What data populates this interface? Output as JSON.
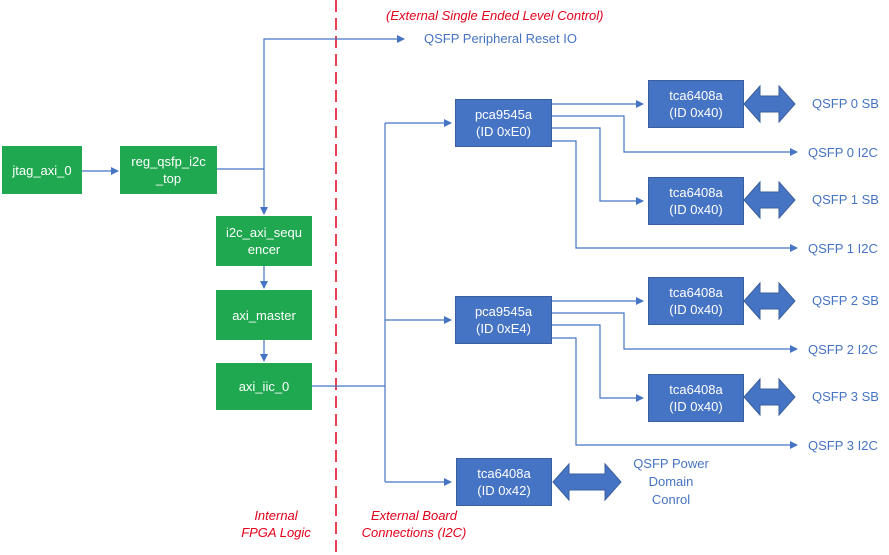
{
  "notes": {
    "external_level": "(External Single Ended Level Control)",
    "internal_line1": "Internal",
    "internal_line2": "FPGA Logic",
    "external_line1": "External Board",
    "external_line2": "Connections (I2C)"
  },
  "fpga_blocks": {
    "jtag": "jtag_axi_0",
    "reg_line1": "reg_qsfp_i2c",
    "reg_line2": "_top",
    "seq_line1": "i2c_axi_sequ",
    "seq_line2": "encer",
    "master": "axi_master",
    "iic": "axi_iic_0"
  },
  "muxes": [
    {
      "name": "pca9545a",
      "id": "(ID 0xE0)"
    },
    {
      "name": "pca9545a",
      "id": "(ID 0xE4)"
    }
  ],
  "expanders": [
    {
      "name": "tca6408a",
      "id": "(ID 0x40)"
    },
    {
      "name": "tca6408a",
      "id": "(ID 0x40)"
    },
    {
      "name": "tca6408a",
      "id": "(ID 0x40)"
    },
    {
      "name": "tca6408a",
      "id": "(ID 0x40)"
    },
    {
      "name": "tca6408a",
      "id": "(ID 0x42)"
    }
  ],
  "outputs": {
    "reset_io": "QSFP Peripheral Reset IO",
    "qsfp0_sb": "QSFP 0 SB",
    "qsfp0_i2c": "QSFP 0 I2C",
    "qsfp1_sb": "QSFP 1 SB",
    "qsfp1_i2c": "QSFP 1 I2C",
    "qsfp2_sb": "QSFP 2 SB",
    "qsfp2_i2c": "QSFP 2 I2C",
    "qsfp3_sb": "QSFP 3 SB",
    "qsfp3_i2c": "QSFP 3 I2C",
    "power_line1": "QSFP Power",
    "power_line2": "Domain",
    "power_line3": "Conrol"
  },
  "colors": {
    "fpga_block": "#1fa84f",
    "board_block": "#4674c4",
    "connector": "#4674c4",
    "boundary": "#e3001b"
  }
}
